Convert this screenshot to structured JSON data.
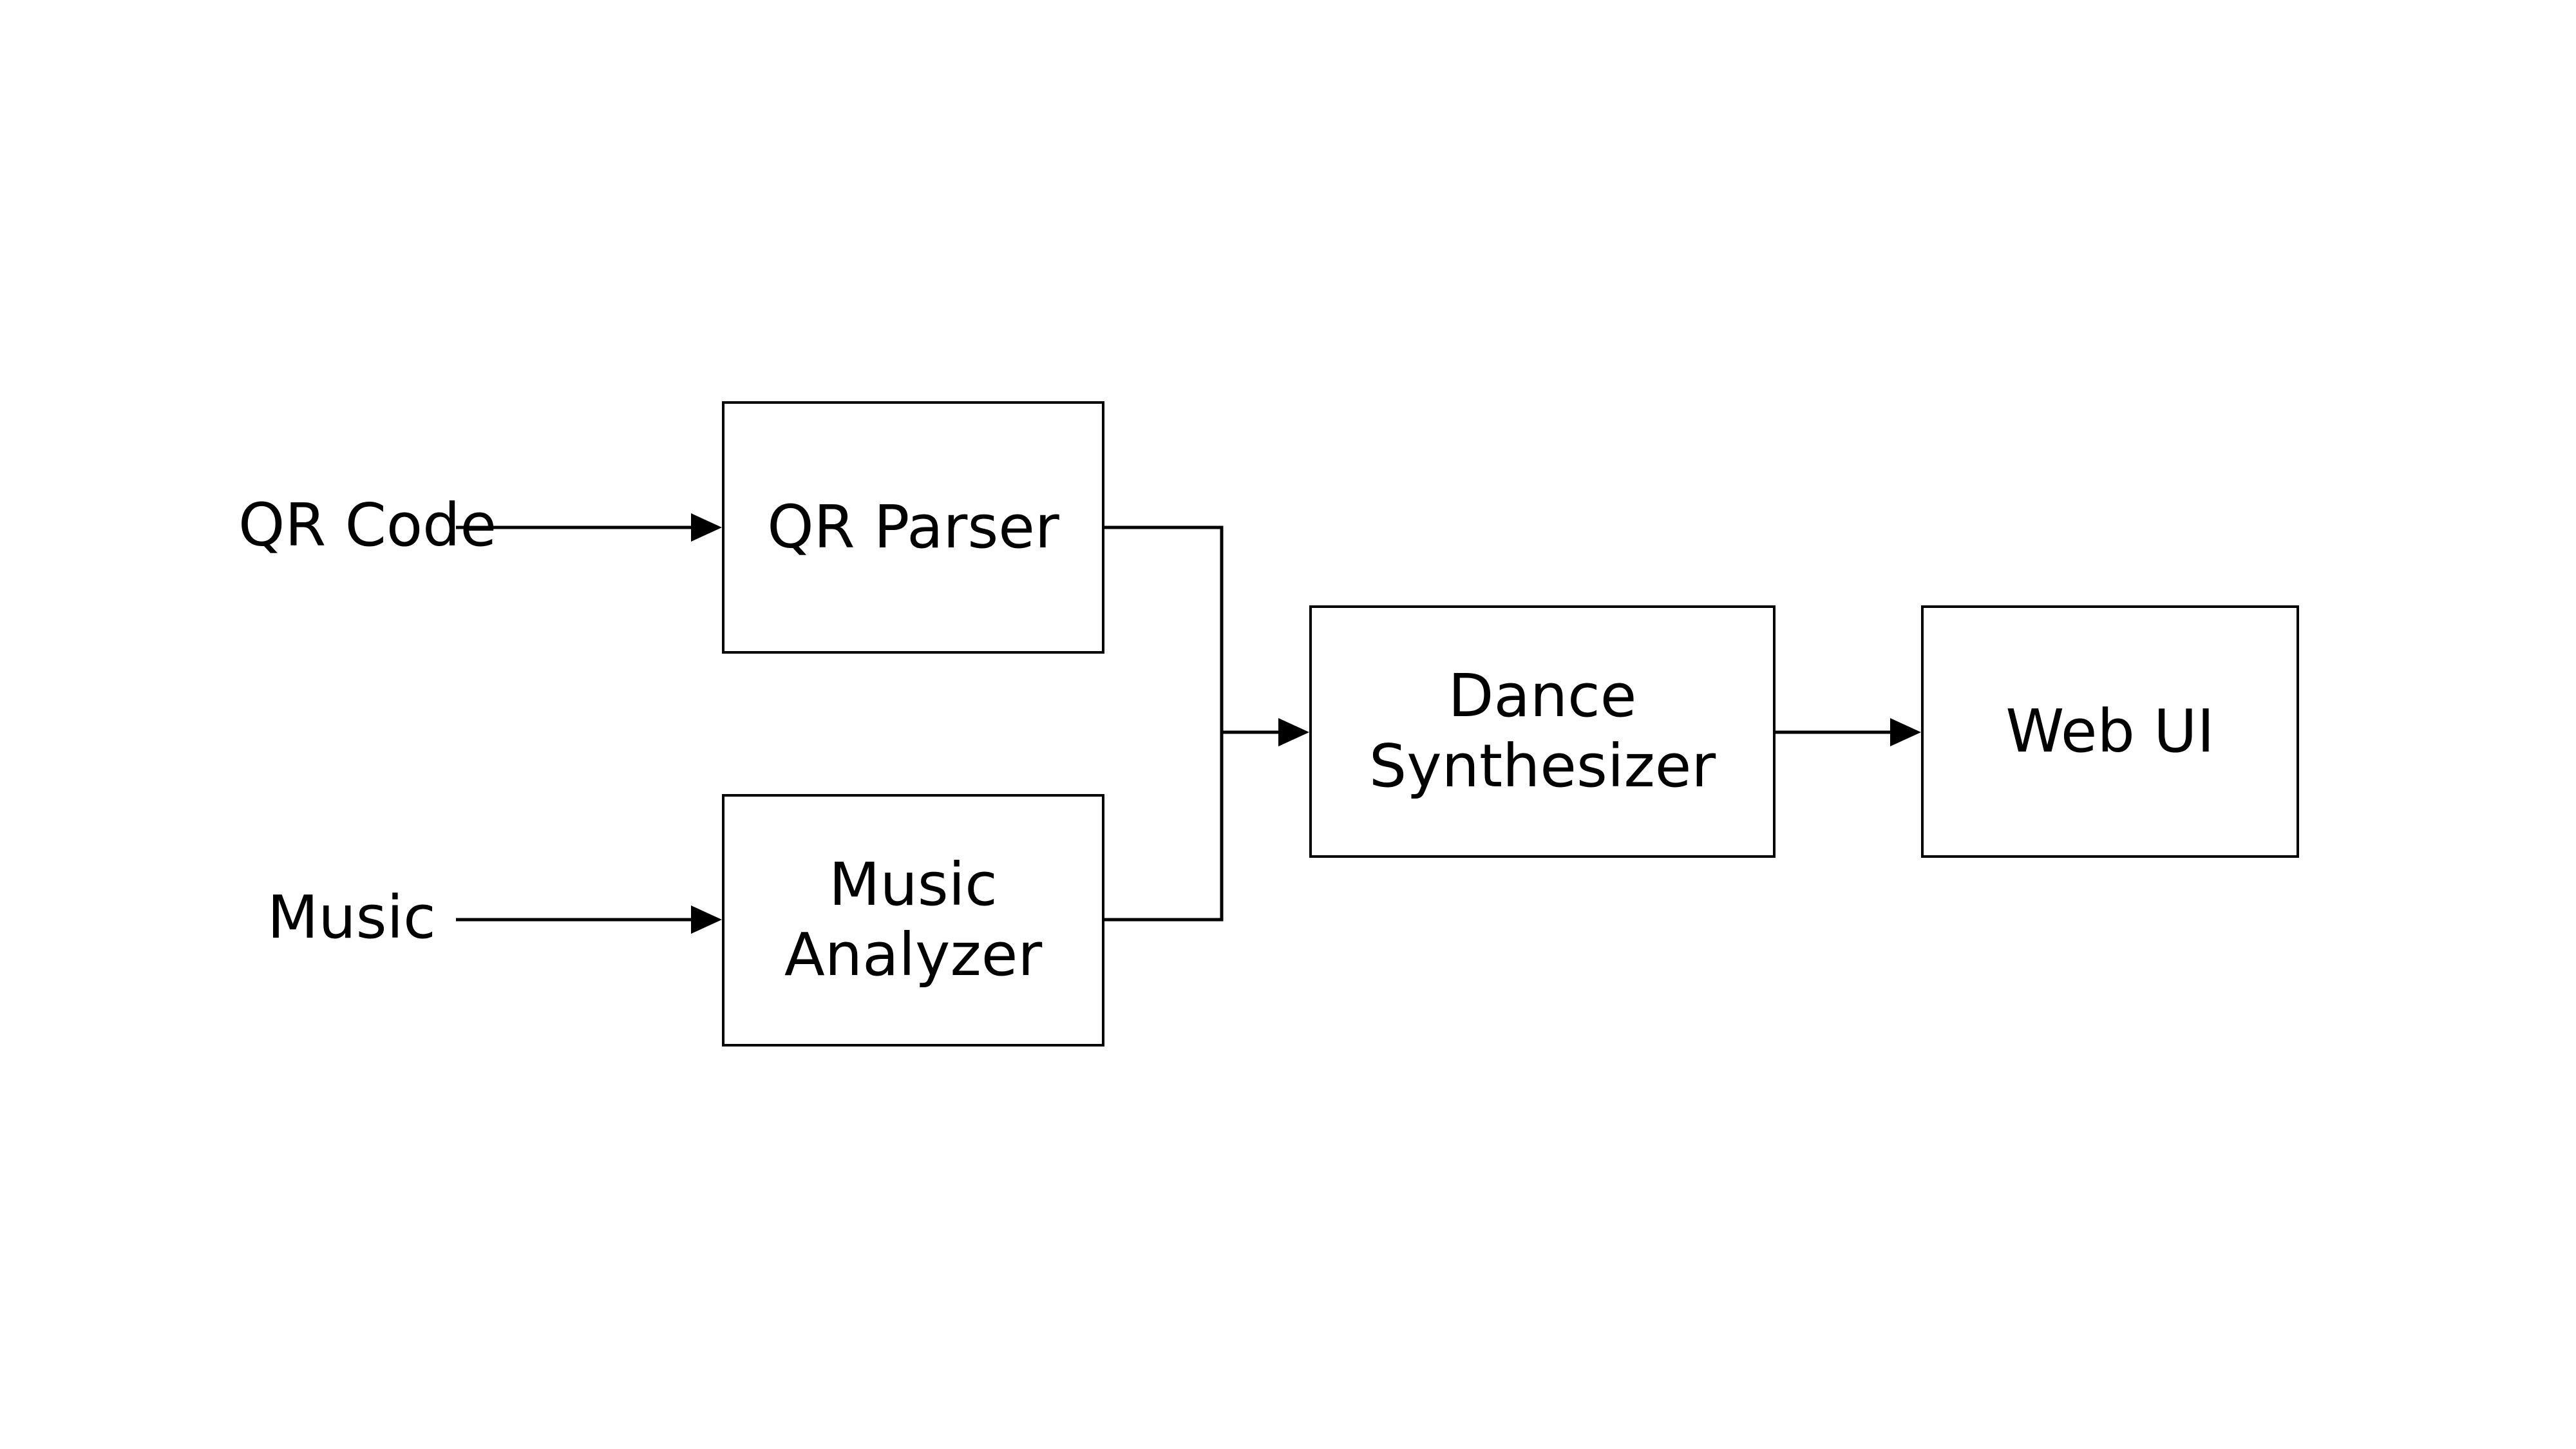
{
  "diagram": {
    "title": "QR dance pipeline block diagram",
    "background_color": "#ffffff",
    "stroke_color": "#000000",
    "text_color": "#000000",
    "nodes": [
      {
        "id": "qr-parser",
        "label": "QR Parser"
      },
      {
        "id": "music-analyzer",
        "label": "Music\nAnalyzer"
      },
      {
        "id": "dance-synthesizer",
        "label": "Dance\nSynthesizer"
      },
      {
        "id": "web-ui",
        "label": "Web UI"
      }
    ],
    "input_labels": [
      {
        "id": "qr-code-input",
        "label": "QR Code"
      },
      {
        "id": "music-input",
        "label": "Music"
      }
    ],
    "edges": [
      {
        "id": "qr-code-to-qr-parser",
        "from": "QR Code",
        "to": "QR Parser"
      },
      {
        "id": "music-to-music-analyzer",
        "from": "Music",
        "to": "Music Analyzer"
      },
      {
        "id": "qr-parser-to-dance-synthesizer",
        "from": "QR Parser",
        "to": "Dance Synthesizer"
      },
      {
        "id": "music-analyzer-to-dance-synthesizer",
        "from": "Music Analyzer",
        "to": "Dance Synthesizer"
      },
      {
        "id": "dance-synthesizer-to-web-ui",
        "from": "Dance Synthesizer",
        "to": "Web UI"
      }
    ]
  }
}
